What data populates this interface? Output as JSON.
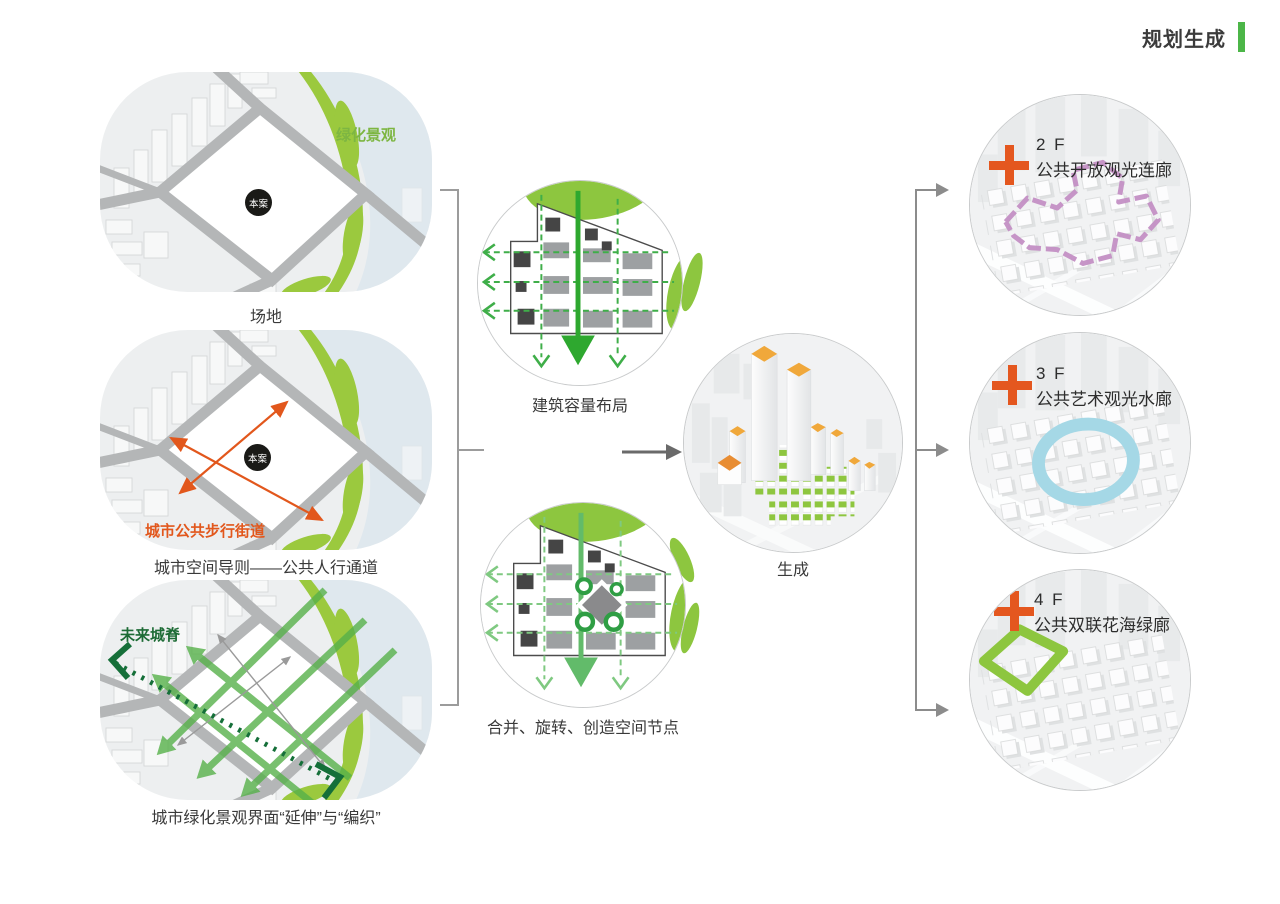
{
  "header": {
    "title": "规划生成"
  },
  "maps": [
    {
      "caption": "场地",
      "area_label": "绿化景观",
      "site_label": "本案"
    },
    {
      "caption": "城市空间导则——公共人行通道",
      "street_label": "城市公共步行街道",
      "site_label": "本案"
    },
    {
      "caption": "城市绿化景观界面“延伸”与“编织”",
      "spine_label": "未来城脊"
    }
  ],
  "process": [
    {
      "caption": "建筑容量布局"
    },
    {
      "caption": "合并、旋转、创造空间节点"
    }
  ],
  "result": {
    "caption": "生成"
  },
  "corridors": [
    {
      "floor": "2 F",
      "label": "公共开放观光连廊",
      "color": "#c38fc4"
    },
    {
      "floor": "3 F",
      "label": "公共艺术观光水廊",
      "color": "#a5d8e6"
    },
    {
      "floor": "4 F",
      "label": "公共双联花海绿廊",
      "color": "#8dc63f"
    }
  ],
  "colors": {
    "accent_green": "#4cb648",
    "orange": "#e2571c",
    "dark_green": "#1d6b35",
    "leaf_green": "#8dc63f",
    "water_blue": "#dfe8ee"
  }
}
